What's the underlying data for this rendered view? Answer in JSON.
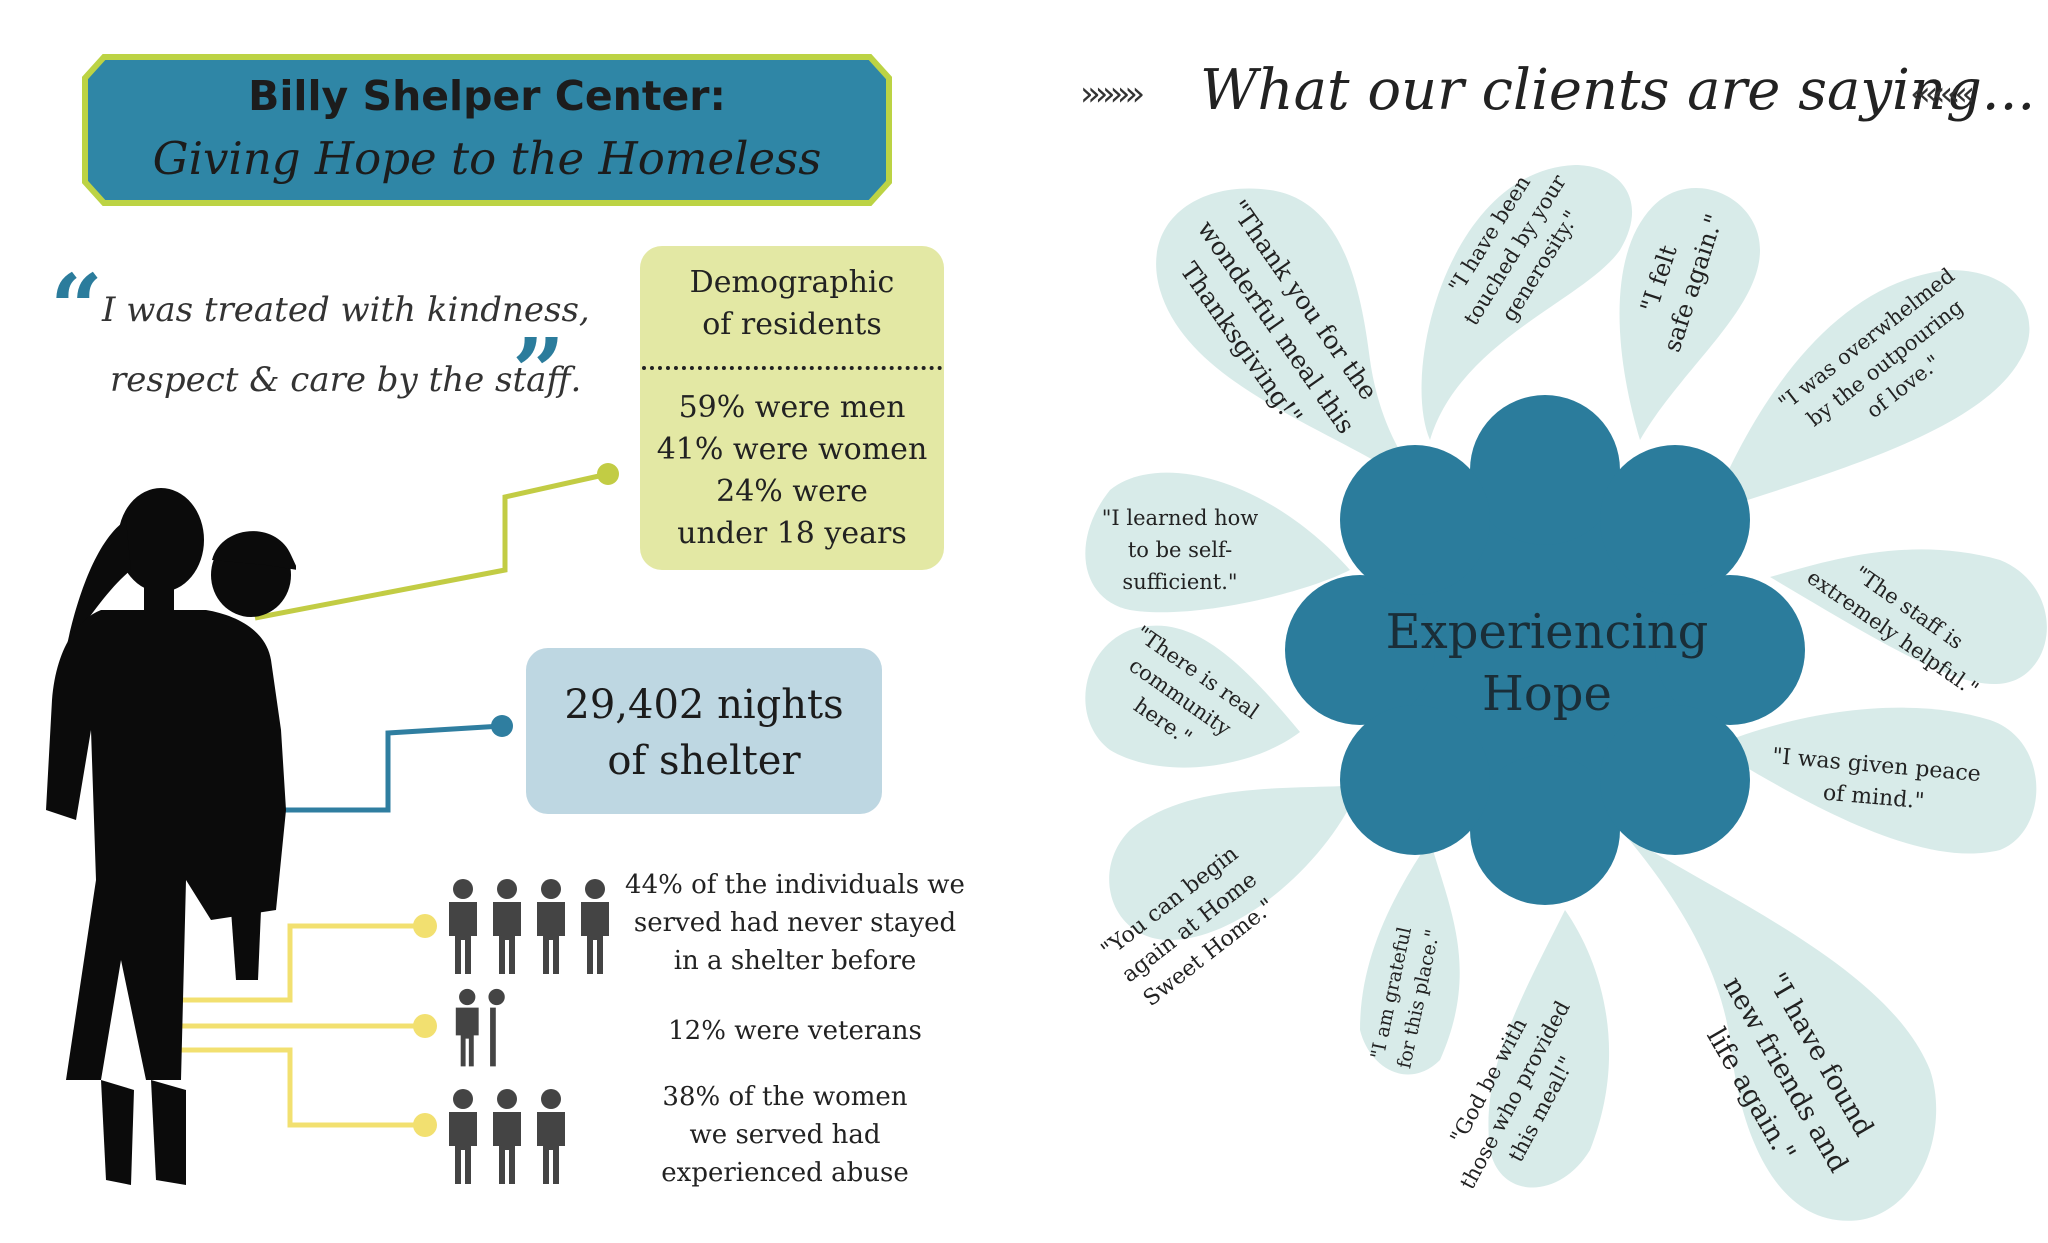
{
  "colors": {
    "banner_fill": "#2f86a6",
    "banner_border": "#bcd344",
    "demographic_box": "#e3e8a4",
    "nights_box": "#bed7e2",
    "petal_fill": "#d8ebe9",
    "center_fill": "#2b7c9c",
    "connector_green": "#c2cc44",
    "connector_teal": "#2f7ea0",
    "connector_yellow": "#f2e070",
    "quote_mark_color": "#2b7c9c"
  },
  "banner": {
    "title": "Billy Shelper Center:",
    "subtitle": "Giving Hope to the Homeless"
  },
  "testimonial": {
    "line1": "I was treated with kindness,",
    "line2": "respect & care by the staff."
  },
  "demographic": {
    "title_line1": "Demographic",
    "title_line2": "of residents",
    "stats": [
      "59% were men",
      "41% were women",
      "24% were",
      "under 18 years"
    ]
  },
  "nights": {
    "line1": "29,402 nights",
    "line2": "of shelter"
  },
  "stats": {
    "never_stayed": [
      "44% of the individuals we",
      "served had never stayed",
      "in a shelter before"
    ],
    "veterans": "12% were veterans",
    "abuse": [
      "38% of the women",
      "we served had",
      "experienced abuse"
    ]
  },
  "clients_section": {
    "left_arrows": "»»»»",
    "title": "What our clients are saying...",
    "right_arrows": "««««"
  },
  "center_label": {
    "line1": "Experiencing",
    "line2": "Hope"
  },
  "quotes": {
    "thanksgiving": [
      "\"Thank you for the",
      "wonderful meal this",
      "Thanksgiving!\""
    ],
    "touched": [
      "\"I have been",
      "touched by your",
      "generosity.\""
    ],
    "safe": [
      "\"I felt",
      "safe again.\""
    ],
    "overwhelmed": [
      "\"I was overwhelmed",
      "by the outpouring",
      "of love.\""
    ],
    "self_sufficient": [
      "\"I learned how",
      "to be self-",
      "sufficient.\""
    ],
    "staff_helpful": [
      "\"The staff is",
      "extremely helpful.\""
    ],
    "community": [
      "\"There is real",
      "community",
      "here.\""
    ],
    "peace": [
      "\"I was given peace",
      "of mind.\""
    ],
    "begin_again": [
      "\"You can begin",
      "again at Home",
      "Sweet Home.\""
    ],
    "grateful": [
      "\"I am grateful",
      "for this place.\""
    ],
    "god_be_with": [
      "\"God be with",
      "those who provided",
      "this meal!\""
    ],
    "new_friends": [
      "\"I have found",
      "new friends and",
      "life again.\""
    ]
  },
  "icons": [
    "woman-holding-child-silhouette",
    "person-icon",
    "veteran-person-icon",
    "woman-person-icon"
  ]
}
